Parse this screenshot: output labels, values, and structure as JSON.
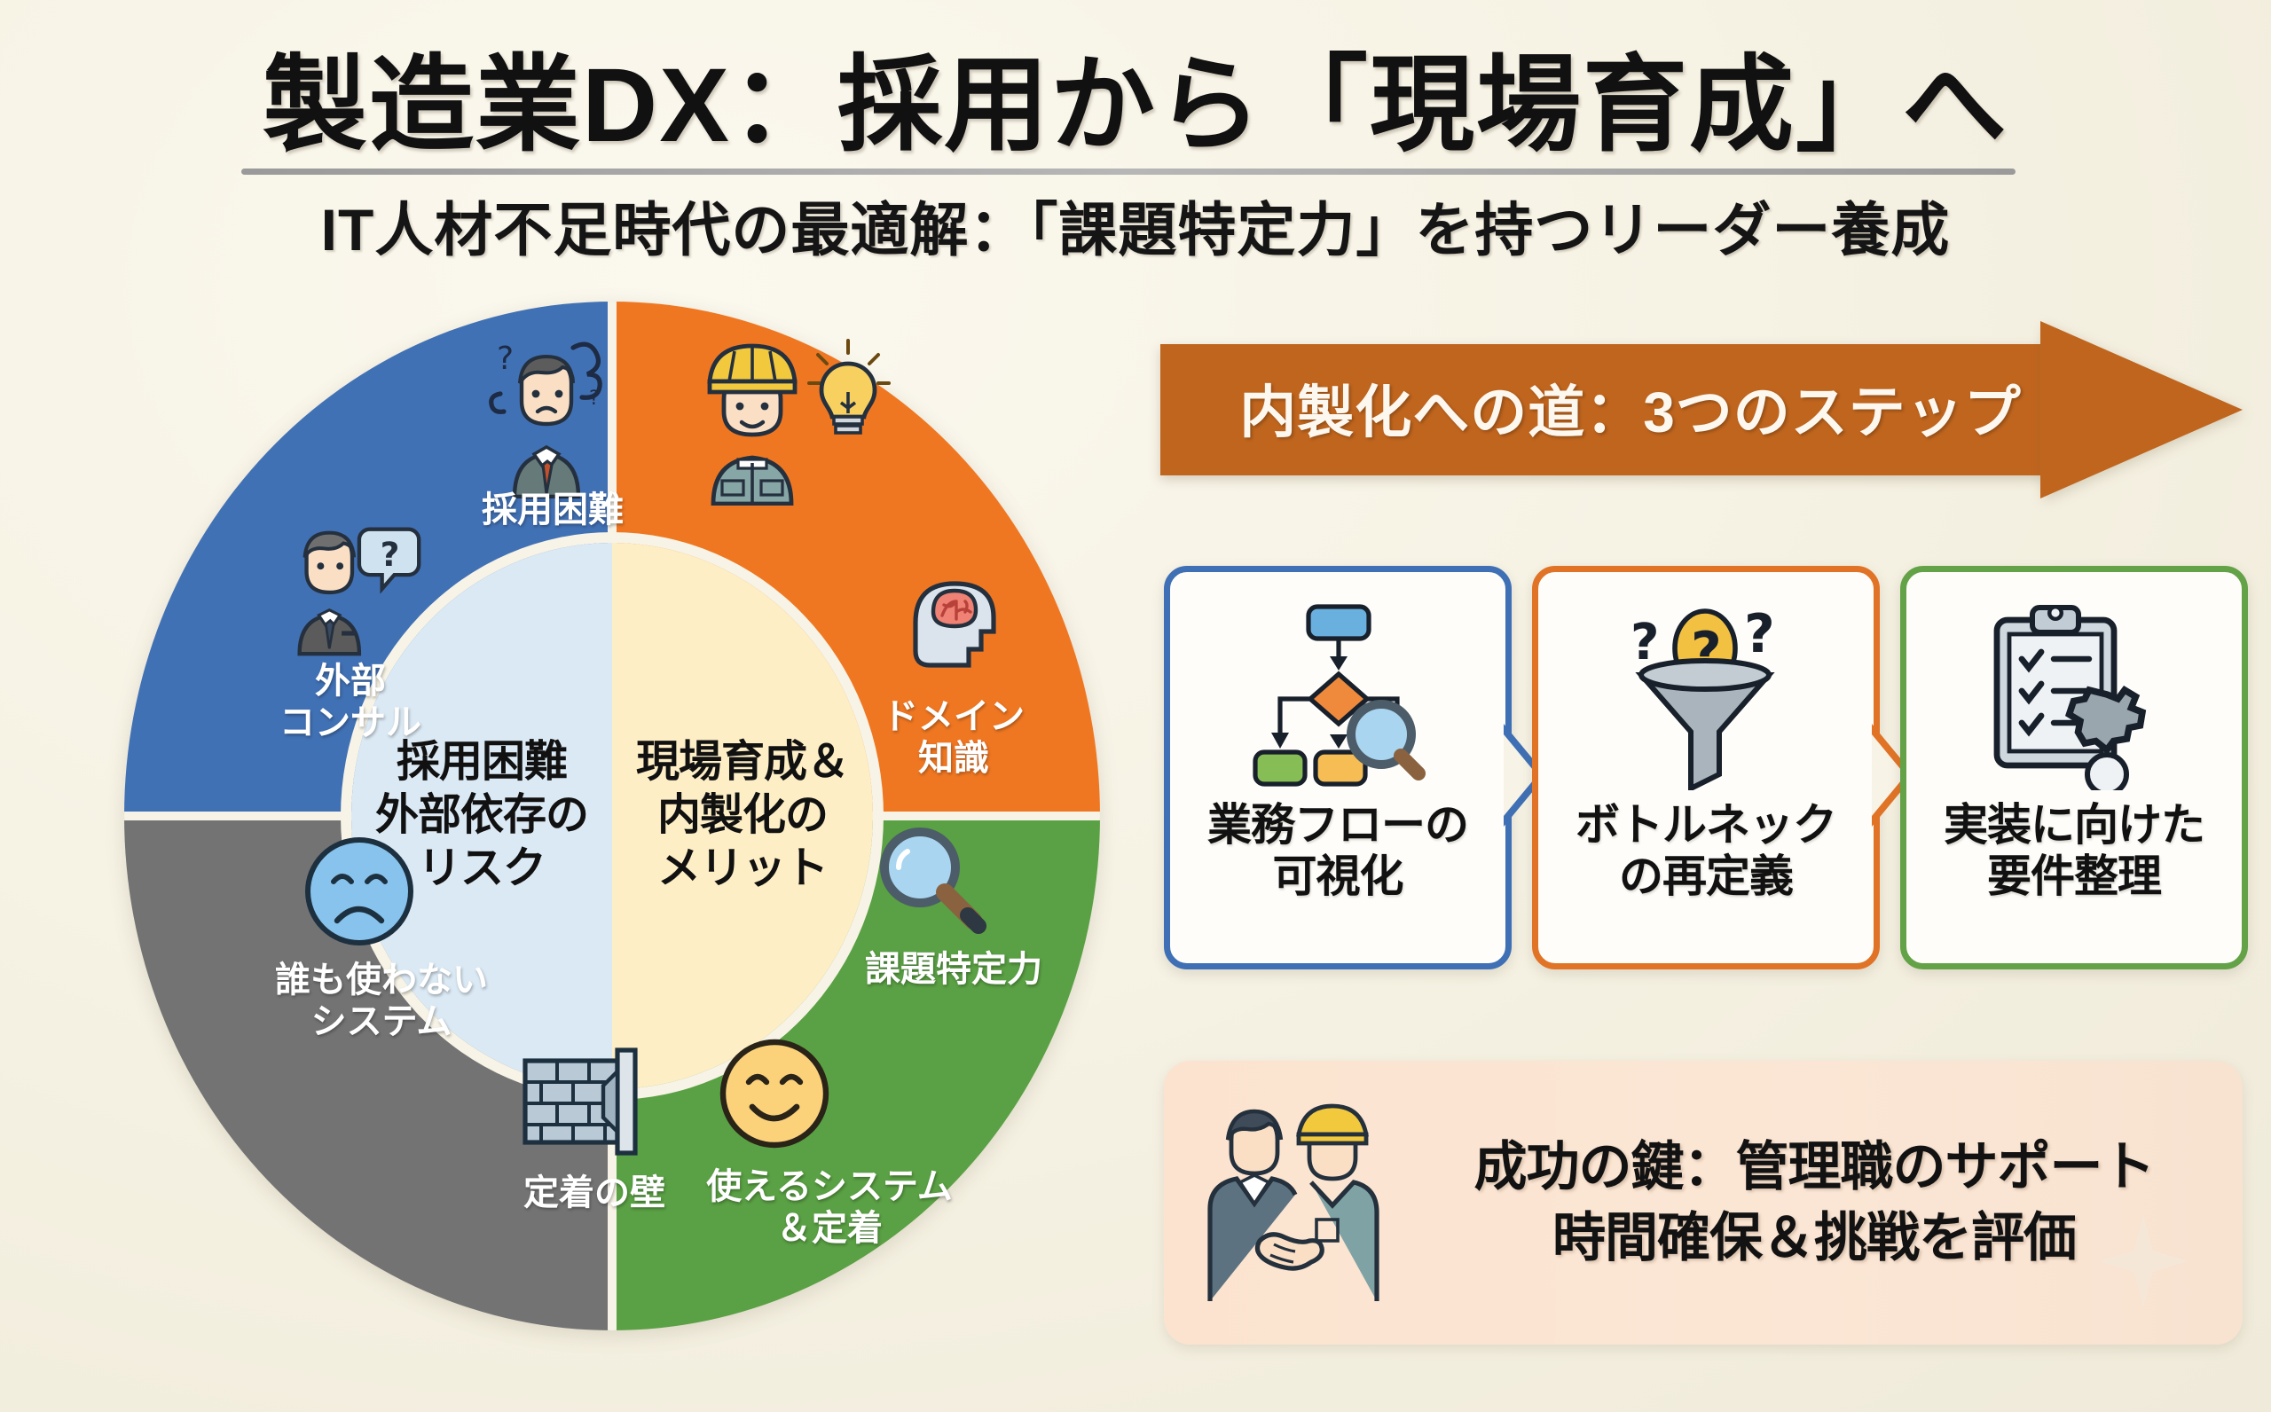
{
  "header": {
    "title": "製造業DX：採用から「現場育成」へ",
    "subtitle": "IT人材不足時代の最適解：「課題特定力」を持つリーダー養成"
  },
  "donut": {
    "center": {
      "left_text": "採用困難\n外部依存の\nリスク",
      "right_text": "現場育成＆\n内製化の\nメリット",
      "left_bg": "#dbe9f4",
      "right_bg": "#fdeec5"
    },
    "quadrants": [
      {
        "key": "recruiting",
        "color": "#4171b5",
        "position": "top-left",
        "labels": [
          {
            "text": "採用困難",
            "icon": "worried-businessman-icon"
          },
          {
            "text": "外部\nコンサル",
            "icon": "consultant-question-icon"
          }
        ]
      },
      {
        "key": "domain",
        "color": "#ef7722",
        "position": "top-right",
        "labels": [
          {
            "text": "",
            "icon": "worker-lightbulb-icon"
          },
          {
            "text": "ドメイン\n知識",
            "icon": "brain-head-icon"
          }
        ]
      },
      {
        "key": "adoption",
        "color": "#737373",
        "position": "bottom-left",
        "labels": [
          {
            "text": "誰も使わない\nシステム",
            "icon": "sad-face-icon"
          },
          {
            "text": "定着の壁",
            "icon": "brick-wall-icon"
          }
        ]
      },
      {
        "key": "benefit",
        "color": "#5aa044",
        "position": "bottom-right",
        "labels": [
          {
            "text": "課題特定力",
            "icon": "magnifier-icon"
          },
          {
            "text": "使えるシステム\n＆定着",
            "icon": "smiley-face-icon"
          }
        ]
      }
    ]
  },
  "arrow_banner": {
    "text": "内製化への道：3つのステップ",
    "color": "#c0651e"
  },
  "steps": [
    {
      "label": "業務フローの\n可視化",
      "icon": "flowchart-magnifier-icon",
      "border_color": "#3f6fb4"
    },
    {
      "label": "ボトルネック\nの再定義",
      "icon": "funnel-question-icon",
      "border_color": "#e07326"
    },
    {
      "label": "実装に向けた\n要件整理",
      "icon": "clipboard-gear-icon",
      "border_color": "#64a247"
    }
  ],
  "key_panel": {
    "icon": "handshake-icon",
    "text": "成功の鍵：管理職のサポート\n時間確保＆挑戦を評価",
    "bg": "#fbe3cf"
  }
}
